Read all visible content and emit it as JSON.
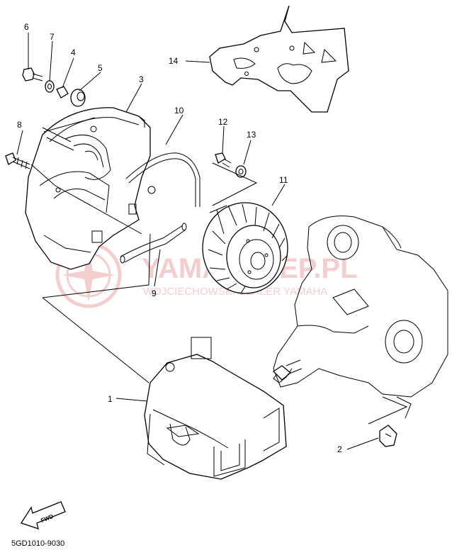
{
  "callouts": {
    "c1": "1",
    "c2": "2",
    "c3": "3",
    "c4": "4",
    "c5": "5",
    "c6": "6",
    "c7": "7",
    "c8": "8",
    "c9": "9",
    "c10": "10",
    "c11": "11",
    "c12": "12",
    "c13": "13",
    "c14": "14"
  },
  "watermark": {
    "brand": "YAMASKLEP.PL",
    "dealer": "WOJCIECHOWSKI DEALER YAMAHA"
  },
  "fwd_label": "FWD",
  "diagram_code": "5GD1010-9030",
  "colors": {
    "line": "#000000",
    "watermark": "#f3c9c9"
  }
}
